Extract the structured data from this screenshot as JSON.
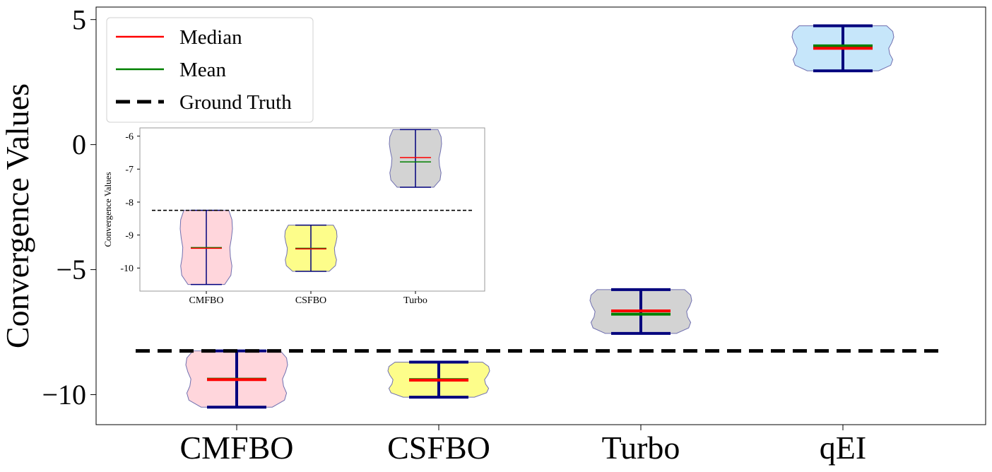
{
  "chart_data": [
    {
      "type": "violin",
      "title": "",
      "xlabel": "",
      "ylabel": "Convergence Values",
      "categories": [
        "CMFBO",
        "CSFBO",
        "Turbo",
        "qEI"
      ],
      "ylim": [
        -11.2,
        5.5
      ],
      "yticks": [
        5,
        0,
        -5,
        -10
      ],
      "ytick_labels": [
        "5",
        "0",
        "−5",
        "−10"
      ],
      "violins": [
        {
          "category": "CMFBO",
          "min": -10.5,
          "max": -8.25,
          "median": -9.4,
          "mean": -9.38,
          "fill": "#ffd6dc"
        },
        {
          "category": "CSFBO",
          "min": -10.1,
          "max": -8.7,
          "median": -9.42,
          "mean": -9.4,
          "fill": "#fdfd8a"
        },
        {
          "category": "Turbo",
          "min": -7.55,
          "max": -5.8,
          "median": -6.65,
          "mean": -6.78,
          "fill": "#d3d3d3"
        },
        {
          "category": "qEI",
          "min": 2.95,
          "max": 4.75,
          "median": 3.85,
          "mean": 3.95,
          "fill": "#c6e6fa"
        }
      ],
      "ground_truth": -8.25,
      "legend": {
        "position": "top-left",
        "entries": [
          {
            "label": "Median",
            "color": "#ff0000",
            "style": "solid"
          },
          {
            "label": "Mean",
            "color": "#008000",
            "style": "solid"
          },
          {
            "label": "Ground Truth",
            "color": "#000000",
            "style": "dashed"
          }
        ]
      },
      "grid": false
    },
    {
      "type": "violin",
      "title": "",
      "xlabel": "",
      "ylabel": "Convergence Values",
      "categories": [
        "CMFBO",
        "CSFBO",
        "Turbo"
      ],
      "ylim": [
        -10.7,
        -5.75
      ],
      "yticks": [
        -6,
        -7,
        -8,
        -9,
        -10
      ],
      "ytick_labels": [
        "-6",
        "-7",
        "-8",
        "-9",
        "-10"
      ],
      "violins": [
        {
          "category": "CMFBO",
          "min": -10.5,
          "max": -8.25,
          "median": -9.4,
          "mean": -9.38,
          "fill": "#ffd6dc"
        },
        {
          "category": "CSFBO",
          "min": -10.1,
          "max": -8.7,
          "median": -9.42,
          "mean": -9.4,
          "fill": "#fdfd8a"
        },
        {
          "category": "Turbo",
          "min": -7.55,
          "max": -5.8,
          "median": -6.65,
          "mean": -6.78,
          "fill": "#d3d3d3"
        }
      ],
      "ground_truth": -8.25,
      "grid": false
    }
  ],
  "colors": {
    "whisker": "#00007d",
    "violin_edge": "#7070b0",
    "median": "#ff0000",
    "mean": "#008000",
    "ground_truth": "#000000"
  }
}
